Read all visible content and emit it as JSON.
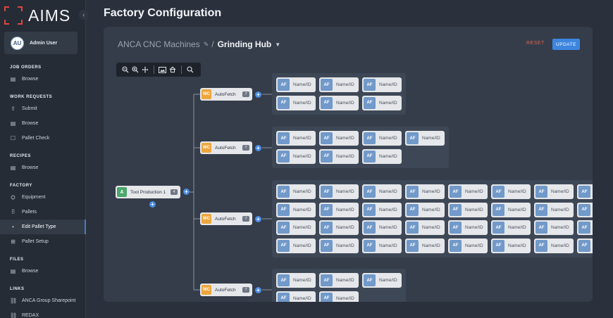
{
  "app": {
    "logo_text": "AIMS",
    "page_title": "Factory Configuration"
  },
  "user": {
    "initials": "AU",
    "name": "Admin User"
  },
  "nav": [
    {
      "section": "JOB ORDERS",
      "items": [
        {
          "label": "Browse",
          "icon": "browse-icon"
        }
      ]
    },
    {
      "section": "WORK REQUESTS",
      "items": [
        {
          "label": "Submit",
          "icon": "submit-icon"
        },
        {
          "label": "Browse",
          "icon": "browse-icon"
        },
        {
          "label": "Pallet Check",
          "icon": "pallet-check-icon"
        }
      ]
    },
    {
      "section": "RECIPES",
      "items": [
        {
          "label": "Browse",
          "icon": "browse-icon"
        }
      ]
    },
    {
      "section": "FACTORY",
      "items": [
        {
          "label": "Equipment",
          "icon": "equipment-icon"
        },
        {
          "label": "Pallets",
          "icon": "pallets-grid-icon"
        },
        {
          "label": "Edit Pallet Type",
          "icon": "dot-icon",
          "active": true
        },
        {
          "label": "Pallet Setup",
          "icon": "pallet-setup-icon"
        }
      ]
    },
    {
      "section": "FILES",
      "items": [
        {
          "label": "Browse",
          "icon": "browse-icon"
        }
      ]
    },
    {
      "section": "LINKS",
      "items": [
        {
          "label": "ANCA Group Sharepoint",
          "icon": "link-icon"
        },
        {
          "label": "REDAX",
          "icon": "link-icon"
        }
      ]
    }
  ],
  "breadcrumb": {
    "parent": "ANCA CNC Machines",
    "sep": "/",
    "current": "Grinding Hub"
  },
  "actions": {
    "reset": "RESET",
    "update": "UPDATE"
  },
  "colors": {
    "accent": "#3d86e0",
    "reset": "#e0674f",
    "root_tag": "#4ca76c",
    "wc_tag": "#eda63c",
    "af_tag": "#7199c9"
  },
  "tree": {
    "root": {
      "tag": "A",
      "label": "Tool Production 1",
      "count": "4"
    },
    "workcells": [
      {
        "tag": "WC",
        "label": "AutoFetch",
        "count": "7",
        "afs": 6
      },
      {
        "tag": "WC",
        "label": "AutoFetch",
        "count": "7",
        "afs": 7
      },
      {
        "tag": "WC",
        "label": "AutoFetch",
        "count": "7",
        "afs": 32
      },
      {
        "tag": "WC",
        "label": "AutoFetch",
        "count": "7",
        "afs": 5
      }
    ],
    "af": {
      "tag": "AF",
      "label": "Name/ID"
    }
  }
}
